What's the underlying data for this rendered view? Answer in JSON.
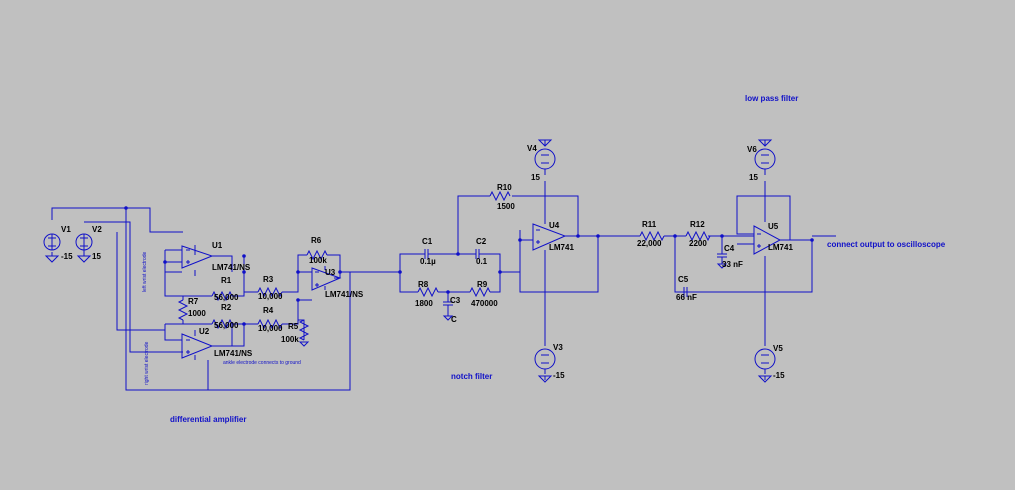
{
  "notes": {
    "low_pass": "low pass filter",
    "notch": "notch filter",
    "diff": "differential amplifier",
    "output": "connect output to oscilloscope",
    "ankle": "ankle electrode connects to ground",
    "left_wrist": "left wrist electrode",
    "right_wrist": "right wrist electrode"
  },
  "sources": {
    "V1": {
      "name": "V1",
      "value": "-15"
    },
    "V2": {
      "name": "V2",
      "value": "15"
    },
    "V3": {
      "name": "V3",
      "value": "-15"
    },
    "V4": {
      "name": "V4",
      "value": "15"
    },
    "V5": {
      "name": "V5",
      "value": "-15"
    },
    "V6": {
      "name": "V6",
      "value": "15"
    }
  },
  "opamps": {
    "U1": {
      "name": "U1",
      "model": "LM741/NS"
    },
    "U2": {
      "name": "U2",
      "model": "LM741/NS"
    },
    "U3": {
      "name": "U3",
      "model": "LM741/NS"
    },
    "U4": {
      "name": "U4",
      "model": "LM741"
    },
    "U5": {
      "name": "U5",
      "model": "LM741"
    }
  },
  "resistors": {
    "R1": {
      "name": "R1",
      "value": "56,000"
    },
    "R2": {
      "name": "R2",
      "value": "56,000"
    },
    "R3": {
      "name": "R3",
      "value": "10,000"
    },
    "R4": {
      "name": "R4",
      "value": "10,000"
    },
    "R5": {
      "name": "R5",
      "value": "100k"
    },
    "R6": {
      "name": "R6",
      "value": "100k"
    },
    "R7": {
      "name": "R7",
      "value": "1000"
    },
    "R8": {
      "name": "R8",
      "value": "1800"
    },
    "R9": {
      "name": "R9",
      "value": "470000"
    },
    "R10": {
      "name": "R10",
      "value": "1500"
    },
    "R11": {
      "name": "R11",
      "value": "22,000"
    },
    "R12": {
      "name": "R12",
      "value": "2200"
    }
  },
  "capacitors": {
    "C1": {
      "name": "C1",
      "value": "0.1µ"
    },
    "C2": {
      "name": "C2",
      "value": "0.1"
    },
    "C3": {
      "name": "C3",
      "value": "C"
    },
    "C4": {
      "name": "C4",
      "value": "33 nF"
    },
    "C5": {
      "name": "C5",
      "value": "66 nF"
    }
  }
}
